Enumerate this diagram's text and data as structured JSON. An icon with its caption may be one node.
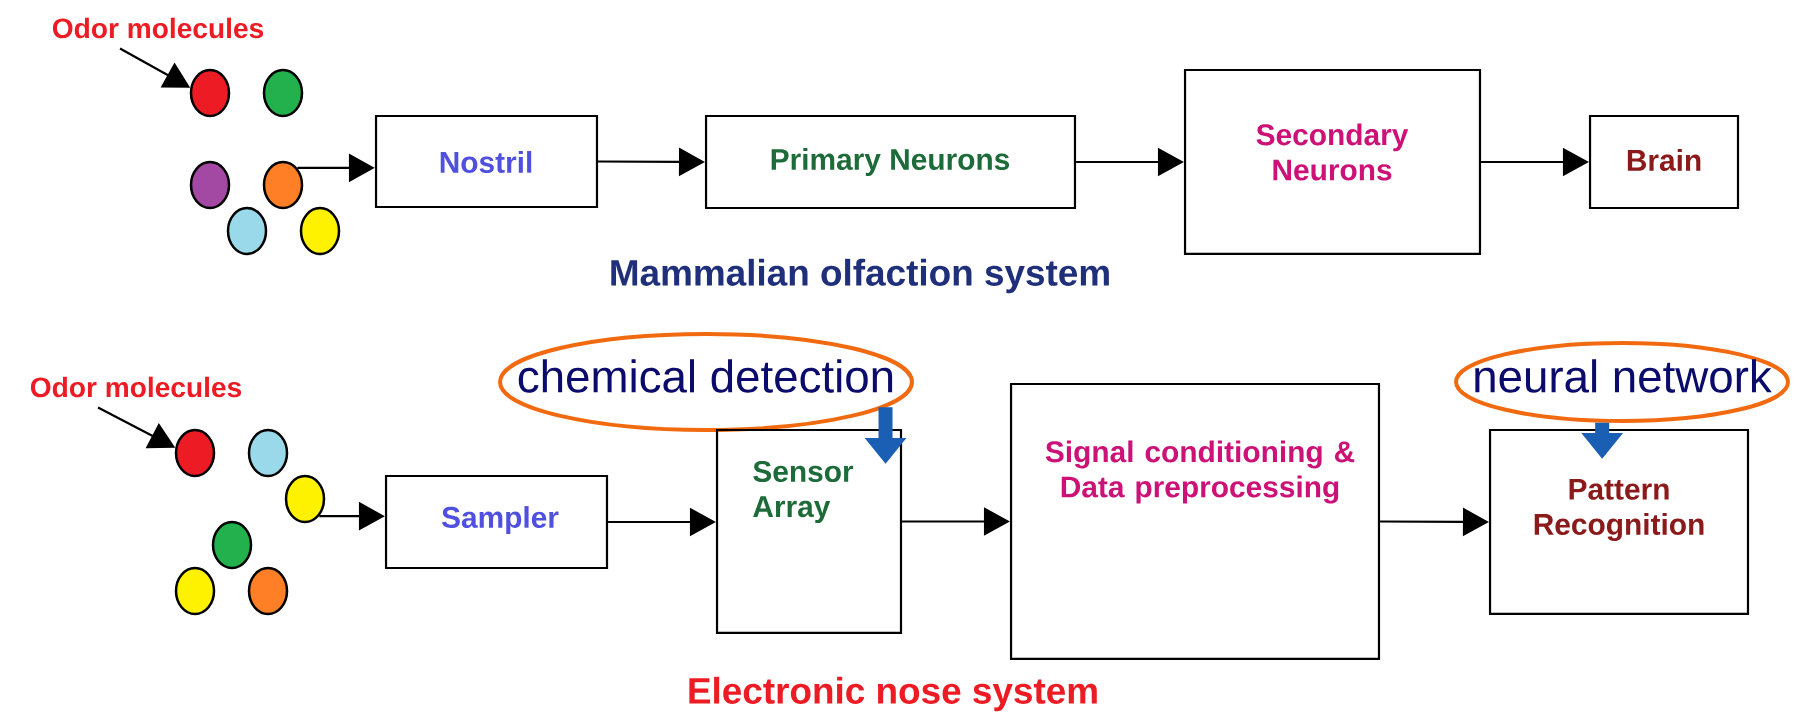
{
  "diagram": {
    "nodes": [
      {
        "text": [
          "Odor molecules"
        ]
      },
      {
        "text": [],
        "shape": "circle"
      },
      {
        "text": [],
        "shape": "circle"
      },
      {
        "text": [],
        "shape": "circle"
      },
      {
        "text": [],
        "shape": "circle"
      },
      {
        "text": [],
        "shape": "circle"
      },
      {
        "text": [],
        "shape": "circle"
      },
      {
        "text": [
          "Nostril"
        ]
      },
      {
        "text": [
          "Primary Neurons"
        ]
      },
      {
        "text": [
          "Secondary Neurons"
        ]
      },
      {
        "text": [
          "Brain"
        ]
      },
      {
        "text": [
          "chemical detection"
        ]
      },
      {
        "text": [
          "neural network"
        ]
      },
      {
        "text": [
          "Odor molecules"
        ]
      },
      {
        "text": [],
        "shape": "circle"
      },
      {
        "text": [],
        "shape": "circle"
      },
      {
        "text": [],
        "shape": "circle"
      },
      {
        "text": [],
        "shape": "circle"
      },
      {
        "text": [],
        "shape": "circle"
      },
      {
        "text": [],
        "shape": "circle"
      },
      {
        "text": [
          "Sampler"
        ]
      },
      {
        "text": [
          "Sensor Array"
        ]
      },
      {
        "text": [
          "Signal conditioning & Data preprocessing"
        ]
      },
      {
        "text": [
          "Pattern Recognition"
        ]
      }
    ],
    "edges": [
      {
        "from": 0,
        "to": 1,
        "arrow": "to"
      },
      {
        "from": 4,
        "to": 7,
        "arrow": "to"
      },
      {
        "from": 7,
        "to": 8,
        "arrow": "to"
      },
      {
        "from": 8,
        "to": 9,
        "arrow": "to"
      },
      {
        "from": 9,
        "to": 10,
        "arrow": "to"
      },
      {
        "from": 13,
        "to": 14,
        "arrow": "to"
      },
      {
        "from": 16,
        "to": 20,
        "arrow": "to"
      },
      {
        "from": 20,
        "to": 21,
        "arrow": "to"
      },
      {
        "from": 21,
        "to": 22,
        "arrow": "to"
      },
      {
        "from": 22,
        "to": 23,
        "arrow": "to"
      },
      {
        "from": 11,
        "to": 21,
        "arrow": "to",
        "style": "thick",
        "color": "#1a5fb4"
      },
      {
        "from": 12,
        "to": 23,
        "arrow": "to",
        "style": "thick",
        "color": "#1a5fb4"
      }
    ],
    "labels": [
      "Mammalian olfaction system",
      "Electronic nose system"
    ]
  }
}
